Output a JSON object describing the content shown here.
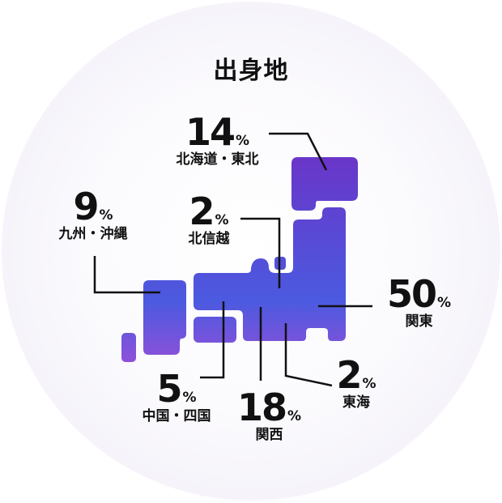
{
  "title": "出身地",
  "colors": {
    "top": "#6a35c8",
    "mid": "#4b5ae0",
    "bottom": "#8a55d8",
    "line": "#111111"
  },
  "chart_data": {
    "type": "map",
    "title": "出身地",
    "unit": "%",
    "regions": [
      {
        "name": "北海道・東北",
        "value": 14
      },
      {
        "name": "北信越",
        "value": 2
      },
      {
        "name": "九州・沖縄",
        "value": 9
      },
      {
        "name": "関東",
        "value": 50
      },
      {
        "name": "中国・四国",
        "value": 5
      },
      {
        "name": "関西",
        "value": 18
      },
      {
        "name": "東海",
        "value": 2
      }
    ]
  },
  "percent_sign": "%"
}
